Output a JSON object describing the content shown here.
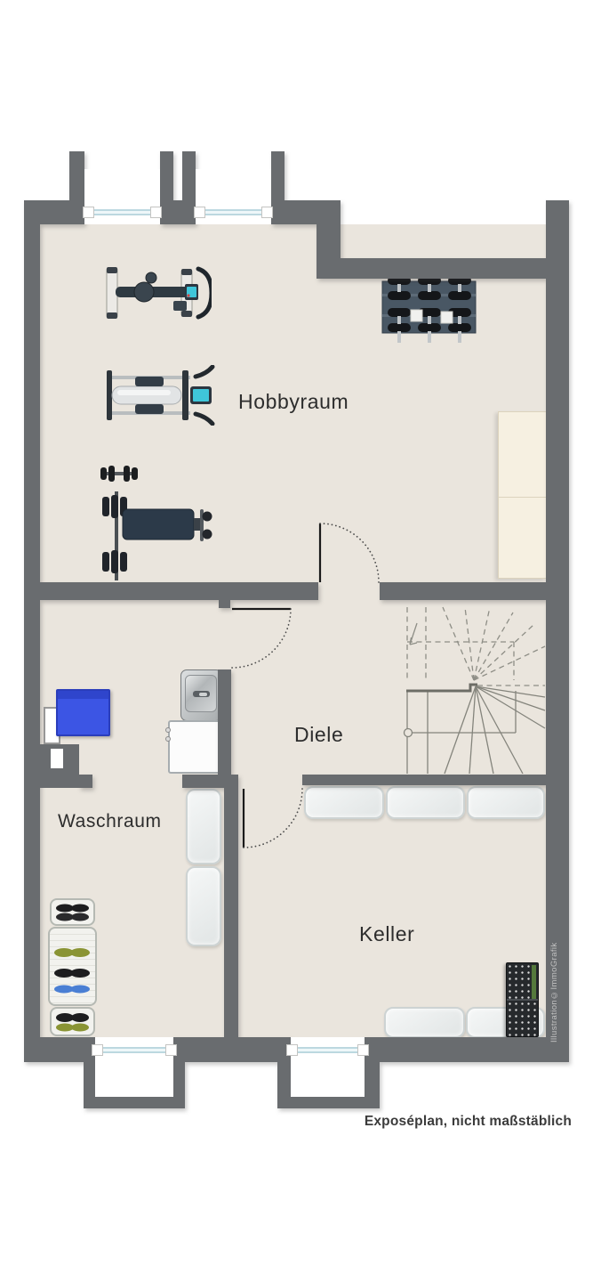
{
  "rooms": [
    {
      "id": "hobbyraum",
      "name": "Hobbyraum"
    },
    {
      "id": "diele",
      "name": "Diele"
    },
    {
      "id": "waschraum",
      "name": "Waschraum"
    },
    {
      "id": "keller",
      "name": "Keller"
    }
  ],
  "footer": {
    "disclaimer": "Exposéplan, nicht maßstäblich",
    "credit": "Illustration©ImmoGrafik"
  },
  "colors": {
    "wall": "#696c6f",
    "floor": "#eae5dd",
    "window_glass": "#bcd8e0",
    "equipment_screen": "#3fc6da",
    "tank_blue": "#3c55e4",
    "shoe_olive": "#8a9434",
    "shoe_blue": "#4a7fd4",
    "pegboard_green": "#55793c",
    "stair_line": "#84847c"
  },
  "furniture_icons": [
    "exercise-bike-icon",
    "rowing-machine-icon",
    "weight-bench-icon",
    "dumbbell-rack-icon",
    "wardrobe-icon",
    "sink-icon",
    "washing-machine-icon",
    "water-tank-icon",
    "chimney-icon",
    "shoe-rack-icon",
    "storage-cushion-icon",
    "pegboard-shelf-icon",
    "staircase-icon",
    "door-swing-icon",
    "window-icon"
  ]
}
